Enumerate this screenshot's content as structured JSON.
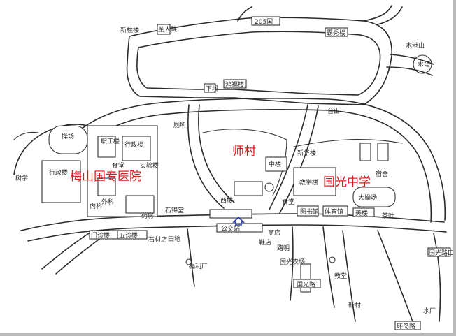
{
  "map": {
    "colors": {
      "ink": "#2b2b2b",
      "highlight": "#e0161b",
      "marker": "#2b3aa8",
      "border": "#b9b9b9"
    },
    "highlight_labels": {
      "hospital": "梅山国专医院",
      "village": "师村",
      "school": "国光中学"
    },
    "labels": {
      "road_205": "205国",
      "xinzhu_lou": "新柱楼",
      "shengren_yuan": "圣人院",
      "baxiu_lou": "霸秀楼",
      "side_road": "木港山",
      "water_station": "水塔",
      "gate": "下坝",
      "gate_south": "鸿福楼",
      "taishan": "台山",
      "sports_field": "操场",
      "shu_xue": "树学",
      "gongren_lou": "职工楼",
      "shi_lou": "行政楼",
      "canteen_hosp": "食堂",
      "toilet": "厕所",
      "lab": "实验楼",
      "clinic": "门诊楼",
      "wuzhen": "五诊楼",
      "wai_ke": "外科",
      "nei_ke": "内科",
      "pharmacy": "药房",
      "shi_jin_tang": "石锦堂",
      "shi_lou_south": "石材店",
      "middle_lib": "中楼",
      "main_lab": "教学楼",
      "canteen_school": "食堂",
      "dorm": "宿舍",
      "playground": "大操场",
      "library": "图书馆",
      "gym": "体育馆",
      "fuli_factory": "福利厂",
      "church": "教堂",
      "shop": "商店",
      "bus_stop": "公交站",
      "big_road": "国光路",
      "foot_shop": "鞋店",
      "lumin": "路明",
      "mei_lou": "美楼",
      "tea": "茶叶",
      "xi_lou": "西楼",
      "right_edge": "国光路口",
      "bottom_right": "环岛路",
      "bottom_right2": "水厂",
      "lower_mid": "国光农场",
      "xin_cun": "新村",
      "tian_di": "田地",
      "building_a": "新华楼",
      "building_b": "行政楼"
    }
  }
}
